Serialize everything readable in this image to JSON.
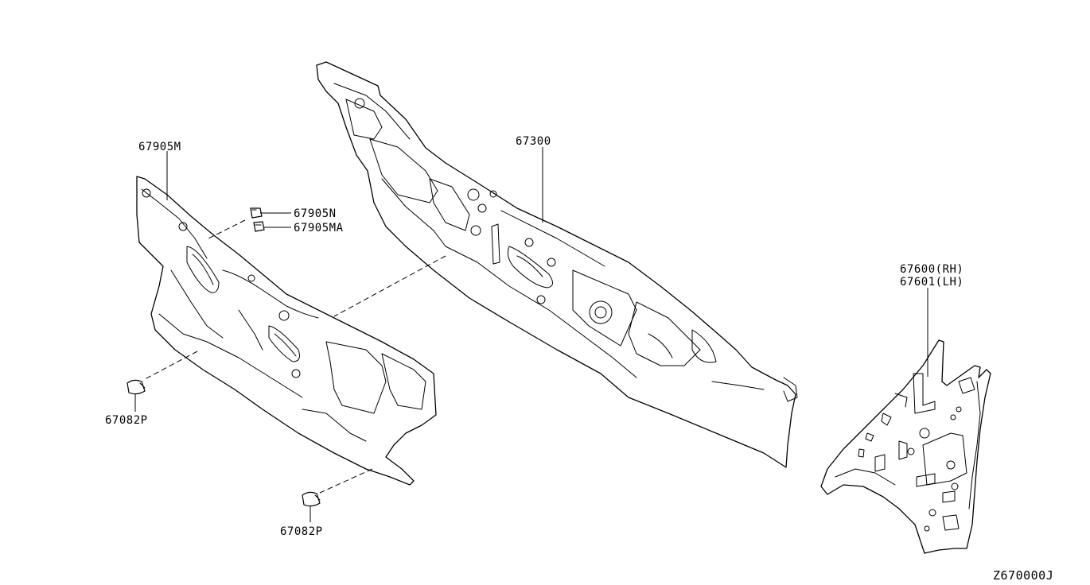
{
  "diagram": {
    "labels": {
      "panel_front": "67300",
      "insulator_dash": "67905M",
      "clip_n": "67905N",
      "clip_ma": "67905MA",
      "clip_upper": "67082P",
      "clip_lower": "67082P",
      "side_panel_rh": "67600(RH)",
      "side_panel_lh": "67601(LH)",
      "figure_code": "Z670000J"
    }
  }
}
